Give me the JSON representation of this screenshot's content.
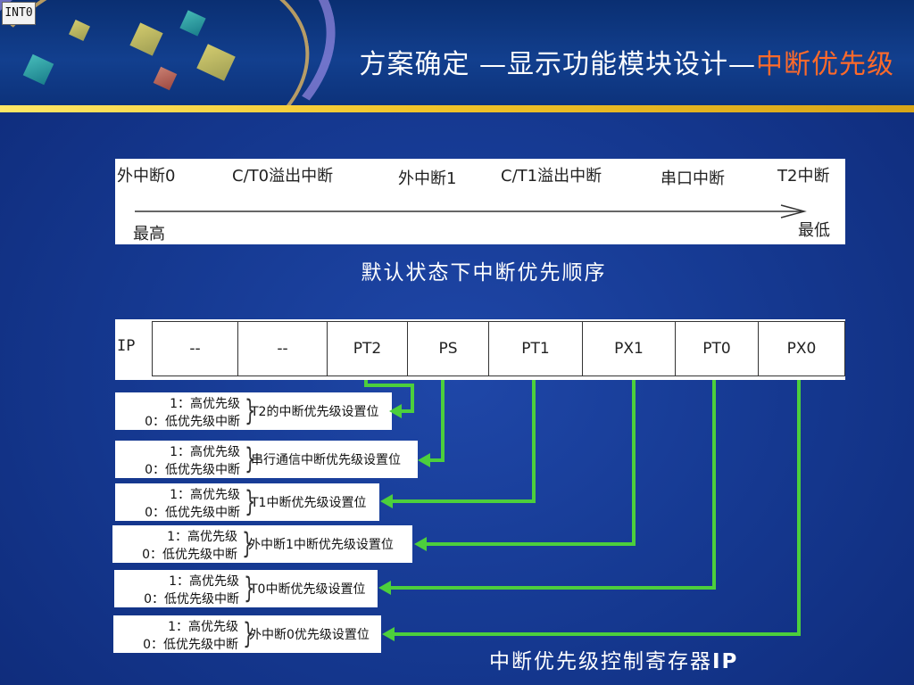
{
  "header": {
    "corner_label": "INT0",
    "title_main": "方案确定 —显示功能模块设计—",
    "title_highlight": "中断优先级",
    "colors": {
      "highlight": "#ff6a2a",
      "bar": "#f2c52a"
    }
  },
  "order": {
    "items": [
      "外中断0",
      "C/T0溢出中断",
      "外中断1",
      "C/T1溢出中断",
      "串口中断",
      "T2中断"
    ],
    "highest": "最高",
    "lowest": "最低",
    "caption": "默认状态下中断优先顺序"
  },
  "ip_register": {
    "label": "IP",
    "bits": [
      "--",
      "--",
      "PT2",
      "PS",
      "PT1",
      "PX1",
      "PT0",
      "PX0"
    ],
    "caption_text": "中断优先级控制寄存器",
    "caption_bold": "IP"
  },
  "descriptions": [
    {
      "line1": "1：高优先级",
      "line2": "0：低优先级中断",
      "text": "T2的中断优先级设置位"
    },
    {
      "line1": "1：高优先级",
      "line2": "0：低优先级中断",
      "text": "串行通信中断优先级设置位"
    },
    {
      "line1": "1：高优先级",
      "line2": "0：低优先级中断",
      "text": "T1中断优先级设置位"
    },
    {
      "line1": "1：高优先级",
      "line2": "0：低优先级中断",
      "text": "外中断1中断优先级设置位"
    },
    {
      "line1": "1：高优先级",
      "line2": "0：低优先级中断",
      "text": "T0中断优先级设置位"
    },
    {
      "line1": "1：高优先级",
      "line2": "0：低优先级中断",
      "text": "外中断0优先级设置位"
    }
  ],
  "connector_color": "#4ccf3c"
}
